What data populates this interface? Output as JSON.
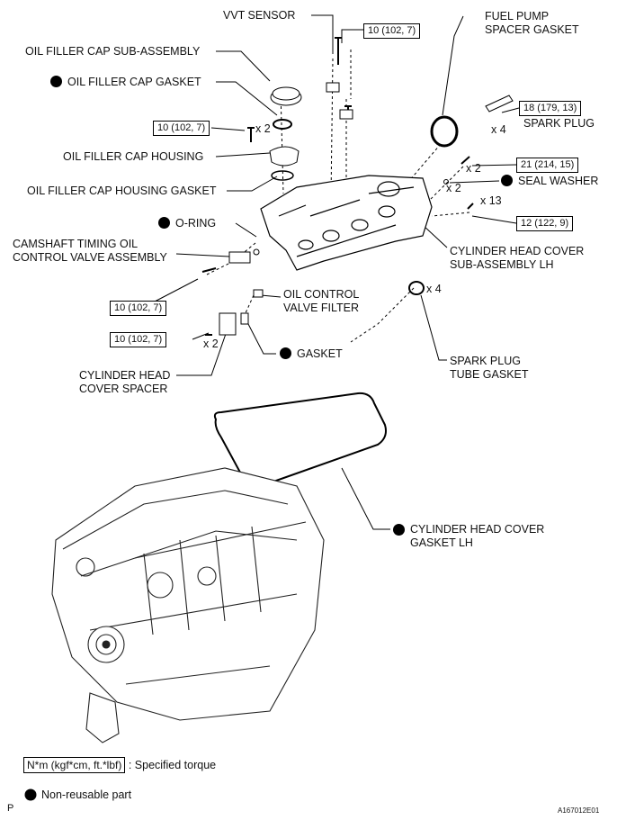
{
  "labels": {
    "vvt_sensor": "VVT SENSOR",
    "fuel_pump_gasket": "FUEL PUMP\nSPACER GASKET",
    "oil_filler_cap": "OIL FILLER CAP SUB-ASSEMBLY",
    "oil_filler_cap_gasket": "OIL FILLER CAP GASKET",
    "spark_plug": "SPARK PLUG",
    "oil_filler_housing": "OIL FILLER CAP HOUSING",
    "seal_washer": "SEAL WASHER",
    "housing_gasket": "OIL FILLER CAP HOUSING GASKET",
    "o_ring": "O-RING",
    "camshaft_valve": "CAMSHAFT TIMING OIL\nCONTROL VALVE ASSEMBLY",
    "head_cover": "CYLINDER HEAD COVER\nSUB-ASSEMBLY LH",
    "oil_control_filter": "OIL CONTROL\nVALVE FILTER",
    "gasket": "GASKET",
    "spark_plug_tube_gasket": "SPARK PLUG\nTUBE GASKET",
    "head_cover_spacer": "CYLINDER HEAD\nCOVER SPACER",
    "head_cover_gasket": "CYLINDER HEAD COVER\nGASKET LH"
  },
  "torques": {
    "t_vvt": "10 (102, 7)",
    "t_spark": "18 (179, 13)",
    "t_cap": "10 (102, 7)",
    "t_21": "21 (214, 15)",
    "t_12": "12 (122, 9)",
    "t_cam": "10 (102, 7)",
    "t_spacer": "10 (102, 7)"
  },
  "quantities": {
    "q_cap": "x 2",
    "q_spark": "x 4",
    "q_21": "x 2",
    "q_seal": "x 2",
    "q_13": "x 13",
    "q_tube": "x 4",
    "q_spacer": "x 2"
  },
  "legend": {
    "torque_unit": "N*m (kgf*cm, ft.*lbf)",
    "torque_text": ": Specified torque",
    "nonreusable": "Non-reusable part"
  },
  "corner": {
    "left": "P",
    "code": "A167012E01"
  }
}
